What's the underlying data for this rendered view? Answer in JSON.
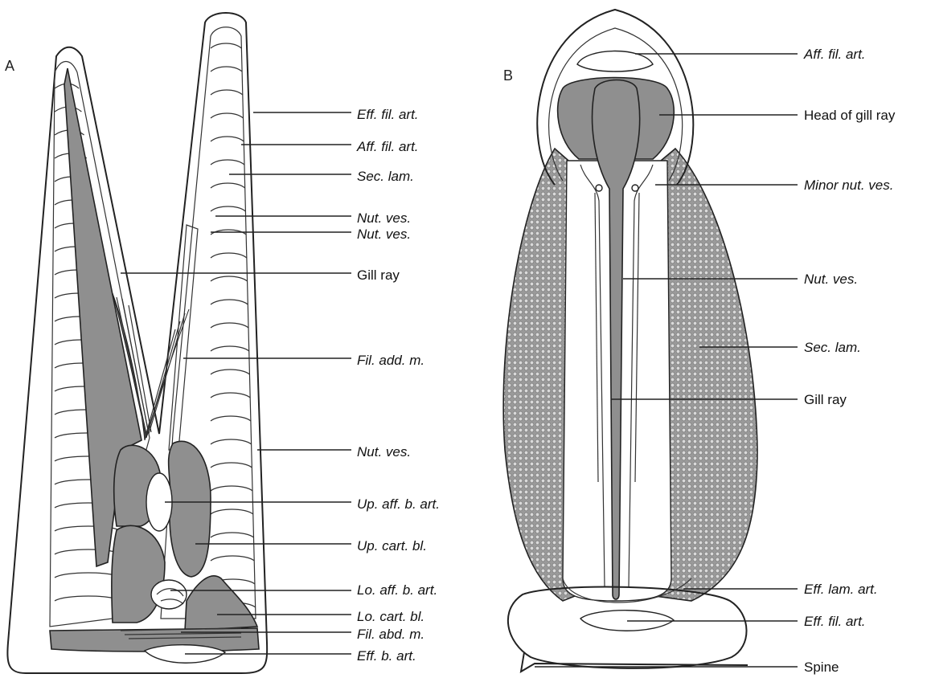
{
  "panels": {
    "a": {
      "letter": "A",
      "labels": [
        {
          "text": "Eff. fil. art.",
          "italic": true
        },
        {
          "text": "Aff. fil. art.",
          "italic": true
        },
        {
          "text": "Sec. lam.",
          "italic": true
        },
        {
          "text": "Nut. ves.",
          "italic": true
        },
        {
          "text": "Nut. ves.",
          "italic": true
        },
        {
          "text": "Gill ray",
          "italic": false
        },
        {
          "text": "Fil. add. m.",
          "italic": true
        },
        {
          "text": "Nut. ves.",
          "italic": true
        },
        {
          "text": "Up. aff. b. art.",
          "italic": true
        },
        {
          "text": "Up. cart. bl.",
          "italic": true
        },
        {
          "text": "Lo. aff. b. art.",
          "italic": true
        },
        {
          "text": "Lo. cart. bl.",
          "italic": true
        },
        {
          "text": "Fil. abd. m.",
          "italic": true
        },
        {
          "text": "Eff. b. art.",
          "italic": true
        }
      ]
    },
    "b": {
      "letter": "B",
      "labels": [
        {
          "text": "Aff. fil. art.",
          "italic": true
        },
        {
          "text": "Head of gill ray",
          "italic": false
        },
        {
          "text": "Minor nut. ves.",
          "italic": true
        },
        {
          "text": "Nut. ves.",
          "italic": true
        },
        {
          "text": "Sec. lam.",
          "italic": true
        },
        {
          "text": "Gill ray",
          "italic": false
        },
        {
          "text": "Eff. lam. art.",
          "italic": true
        },
        {
          "text": "Eff. fil. art.",
          "italic": true
        },
        {
          "text": "Spine",
          "italic": false
        }
      ]
    }
  },
  "colors": {
    "structure_fill": "#8f8f8f",
    "outline": "#222222"
  }
}
